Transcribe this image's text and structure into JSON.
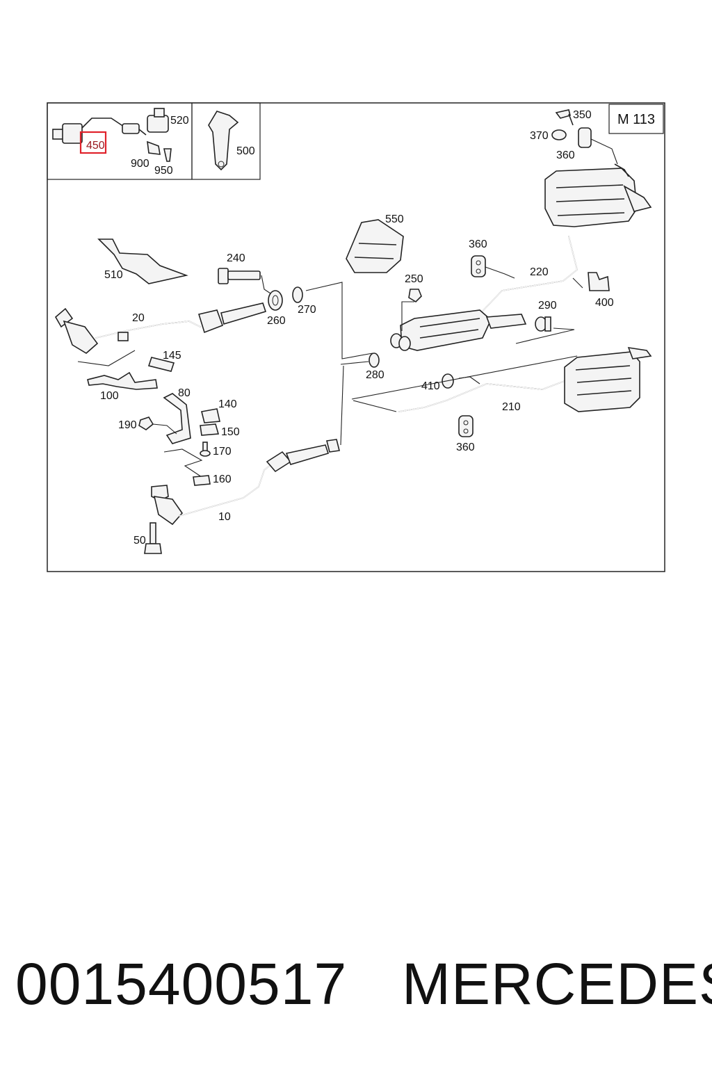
{
  "diagram": {
    "code": "M 113",
    "highlighted": "450",
    "highlight_color": "#e0222b",
    "labels": [
      "450",
      "520",
      "900",
      "950",
      "500",
      "350",
      "370",
      "360",
      "550",
      "240",
      "510",
      "360",
      "220",
      "20",
      "260",
      "270",
      "250",
      "400",
      "290",
      "145",
      "100",
      "280",
      "410",
      "210",
      "80",
      "140",
      "190",
      "150",
      "170",
      "360",
      "160",
      "10",
      "50"
    ]
  },
  "caption": {
    "part_number": "0015400517",
    "brand": "MERCEDES"
  }
}
